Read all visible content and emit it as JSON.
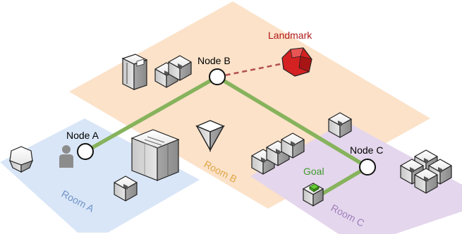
{
  "rooms": {
    "a": {
      "label": "Room A",
      "color": "#d9e6f7"
    },
    "b": {
      "label": "Room B",
      "color": "#fbe2c9"
    },
    "c": {
      "label": "Room C",
      "color": "#e4d6ec"
    }
  },
  "nodes": {
    "a": {
      "label": "Node A"
    },
    "b": {
      "label": "Node B"
    },
    "c": {
      "label": "Node C"
    }
  },
  "landmark": {
    "label": "Landmark",
    "color": "#d42121"
  },
  "goal": {
    "label": "Goal",
    "color": "#66cc33"
  },
  "edge_color": "#86b35c",
  "landmark_link_color": "#b5504e"
}
